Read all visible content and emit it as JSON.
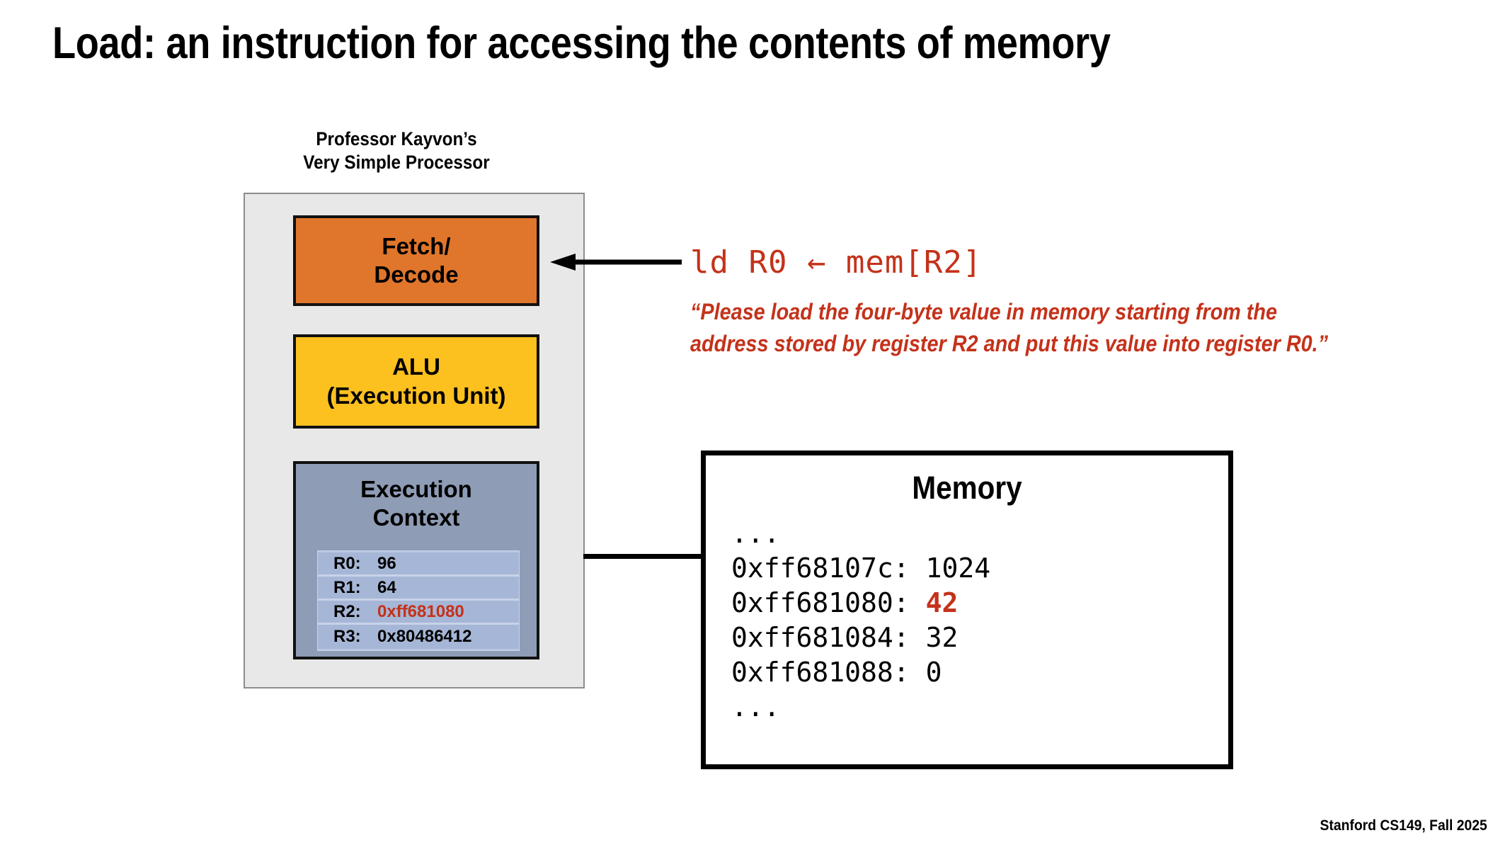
{
  "slide": {
    "title": "Load: an instruction for accessing the contents of memory",
    "footer": "Stanford CS149, Fall 2025"
  },
  "colors": {
    "fetch_decode": "#e0762b",
    "alu": "#fcc01f",
    "execution_context": "#8e9cb5",
    "register_row": "#a6b6d6",
    "processor_bg": "#e8e8e8",
    "highlight_red": "#c4321a",
    "text_black": "#000000"
  },
  "processor": {
    "caption_line1": "Professor Kayvon’s",
    "caption_line2": "Very Simple Processor",
    "fetch_decode": {
      "line1": "Fetch/",
      "line2": "Decode"
    },
    "alu": {
      "line1": "ALU",
      "line2": "(Execution Unit)"
    },
    "execution_context": {
      "line1": "Execution",
      "line2": "Context"
    },
    "registers": [
      {
        "name": "R0:",
        "value": "96",
        "highlight": false
      },
      {
        "name": "R1:",
        "value": "64",
        "highlight": false
      },
      {
        "name": "R2:",
        "value": "0xff681080",
        "highlight": true
      },
      {
        "name": "R3:",
        "value": "0x80486412",
        "highlight": false
      }
    ]
  },
  "instruction": {
    "code": "ld R0 ← mem[R2]",
    "description_line1": "“Please load the four-byte value in memory starting from the",
    "description_line2": "address stored by register R2 and put this value into register R0.”"
  },
  "memory": {
    "title": "Memory",
    "rows": [
      {
        "addr": "...",
        "value": "",
        "highlight": false
      },
      {
        "addr": "0xff68107c:",
        "value": "1024",
        "highlight": false
      },
      {
        "addr": "0xff681080:",
        "value": "42",
        "highlight": true
      },
      {
        "addr": "0xff681084:",
        "value": "32",
        "highlight": false
      },
      {
        "addr": "0xff681088:",
        "value": "0",
        "highlight": false
      },
      {
        "addr": "...",
        "value": "",
        "highlight": false
      }
    ]
  }
}
